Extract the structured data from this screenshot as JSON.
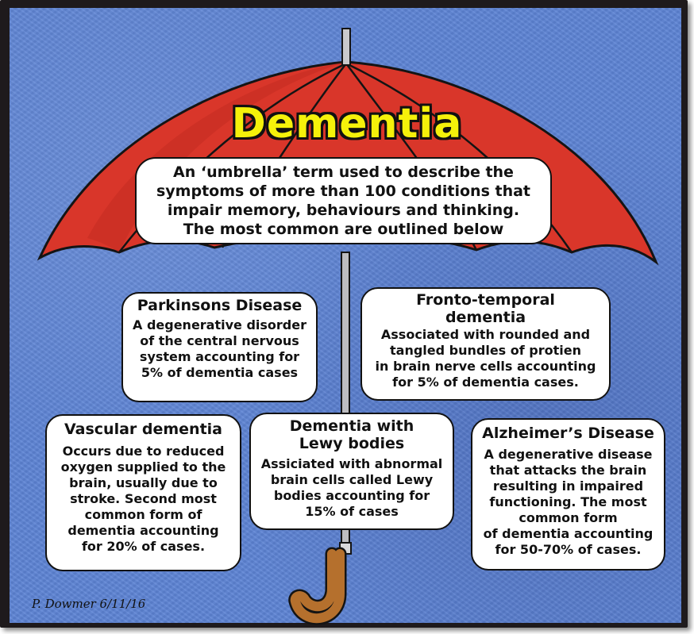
{
  "title": "Dementia",
  "intro": [
    "An ‘umbrella’ term used to describe the",
    "symptoms of more than 100 conditions that",
    "impair memory, behaviours and thinking.",
    "The most common are outlined below"
  ],
  "boxes": {
    "parkinsons": {
      "heading": "Parkinsons Disease",
      "lines": [
        "A degenerative disorder",
        "of the central nervous",
        "system accounting for",
        "5% of dementia cases"
      ]
    },
    "fronto": {
      "heading_lines": [
        "Fronto-temporal",
        "dementia"
      ],
      "lines": [
        "Associated with rounded and",
        "tangled bundles of protien",
        "in brain nerve cells accounting",
        "for 5% of dementia cases."
      ]
    },
    "vascular": {
      "heading": "Vascular dementia",
      "lines": [
        "Occurs due to reduced",
        "oxygen supplied to the",
        "brain, usually due to",
        "stroke.  Second most",
        "common form of",
        "dementia accounting",
        "for 20% of cases."
      ]
    },
    "lewy": {
      "heading_lines": [
        "Dementia with",
        "Lewy bodies"
      ],
      "lines": [
        "Assiciated with abnormal",
        "brain cells called Lewy",
        "bodies accounting for",
        "15% of cases"
      ]
    },
    "alzheimers": {
      "heading": "Alzheimer’s Disease",
      "lines": [
        "A degenerative disease",
        "that attacks the brain",
        "resulting in impaired",
        "functioning. The most",
        "common form",
        "of dementia accounting",
        "for 50-70% of cases."
      ]
    }
  },
  "signature": "P. Dowmer  6/11/16",
  "colors": {
    "background": "#5d83d4",
    "canopy": "#d9362a",
    "title_fill": "#f5f10a",
    "handle": "#b5702d",
    "frame": "#1e1a1c"
  }
}
